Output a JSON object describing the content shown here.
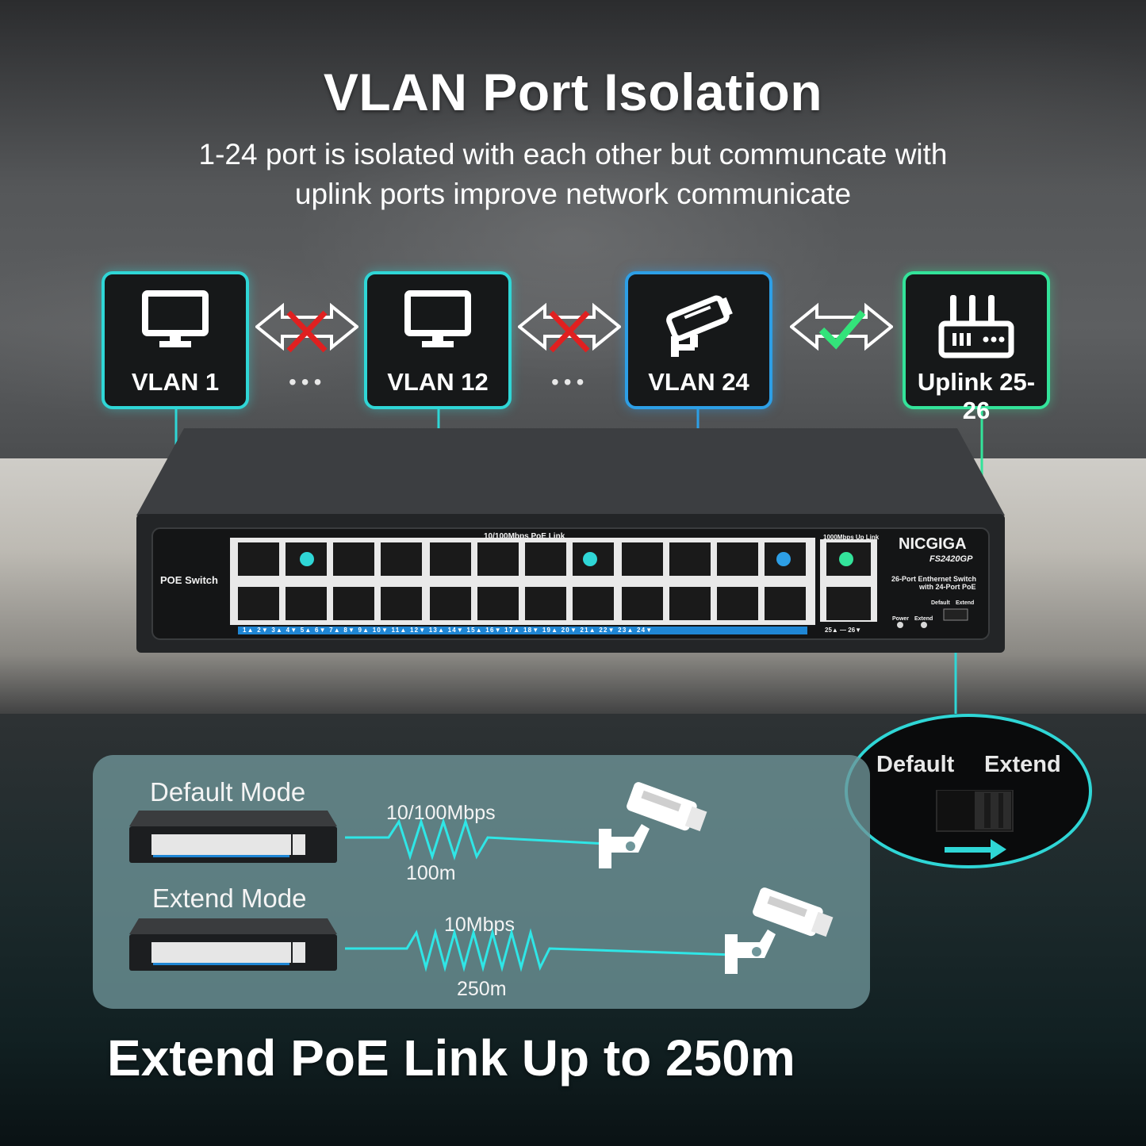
{
  "header": {
    "title": "VLAN Port Isolation",
    "subtitle_line1": "1-24 port is isolated with each other but communcate with",
    "subtitle_line2": "uplink ports improve network communicate"
  },
  "vlan_boxes": [
    {
      "label": "VLAN 1",
      "icon": "monitor-icon"
    },
    {
      "label": "VLAN 12",
      "icon": "monitor-icon"
    },
    {
      "label": "VLAN 24",
      "icon": "camera-icon"
    },
    {
      "label": "Uplink 25-26",
      "icon": "router-icon"
    }
  ],
  "separators": {
    "dots": "•••"
  },
  "switch": {
    "left_label": "POE Switch",
    "ports_label": "10/100Mbps PoE Link",
    "uplink_label": "1000Mbps Up Link",
    "brand": "NICGIGA",
    "model": "FS2420GP",
    "desc_line1": "26-Port Enthernet Switch",
    "desc_line2": "with 24-Port PoE",
    "power_label": "Power",
    "extend_label": "Extend",
    "dip_default": "Default",
    "dip_extend": "Extend",
    "uplink_ports": "25▲ — 26▼",
    "port_numbers": "1▲  2▼  3▲  4▼  5▲  6▼  7▲  8▼  9▲  10▼  11▲  12▼  13▲  14▼  15▲  16▼  17▲  18▼  19▲  20▼  21▲  22▼  23▲  24▼"
  },
  "zoom": {
    "default": "Default",
    "extend": "Extend"
  },
  "modes": [
    {
      "title": "Default Mode",
      "speed": "10/100Mbps",
      "distance": "100m"
    },
    {
      "title": "Extend Mode",
      "speed": "10Mbps",
      "distance": "250m"
    }
  ],
  "footer": {
    "title": "Extend PoE Link Up to 250m"
  },
  "colors": {
    "cyan": "#2fd6d6",
    "blue": "#2d9fe6",
    "green": "#33e39a",
    "red": "#e02020"
  }
}
